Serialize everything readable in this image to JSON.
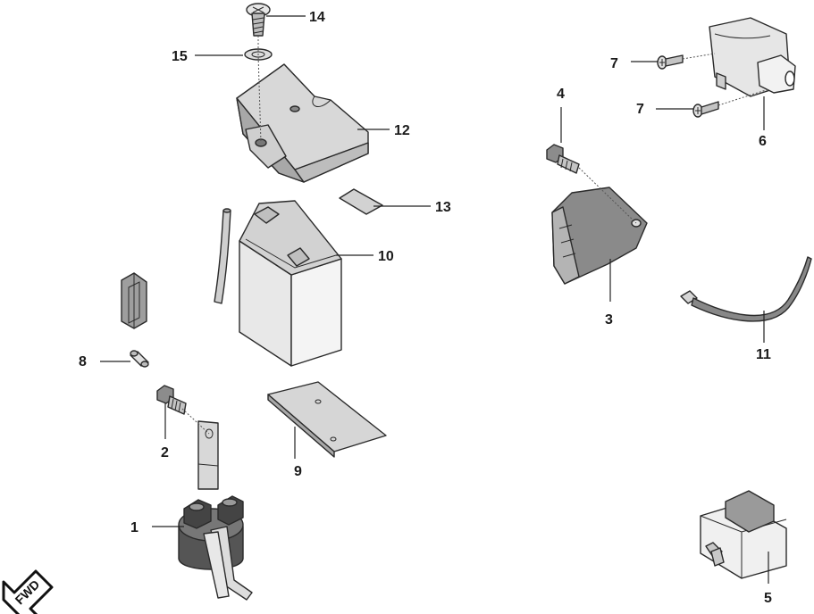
{
  "diagram": {
    "callouts": [
      "1",
      "2",
      "3",
      "4",
      "5",
      "6",
      "7",
      "7",
      "8",
      "9",
      "10",
      "11",
      "12",
      "13",
      "14",
      "15"
    ],
    "fwd_label": "FWD"
  },
  "colors": {
    "line": "#222222",
    "shade_light": "#e4e4e4",
    "shade_mid": "#c8c8c8",
    "shade_dark": "#9a9a9a"
  }
}
